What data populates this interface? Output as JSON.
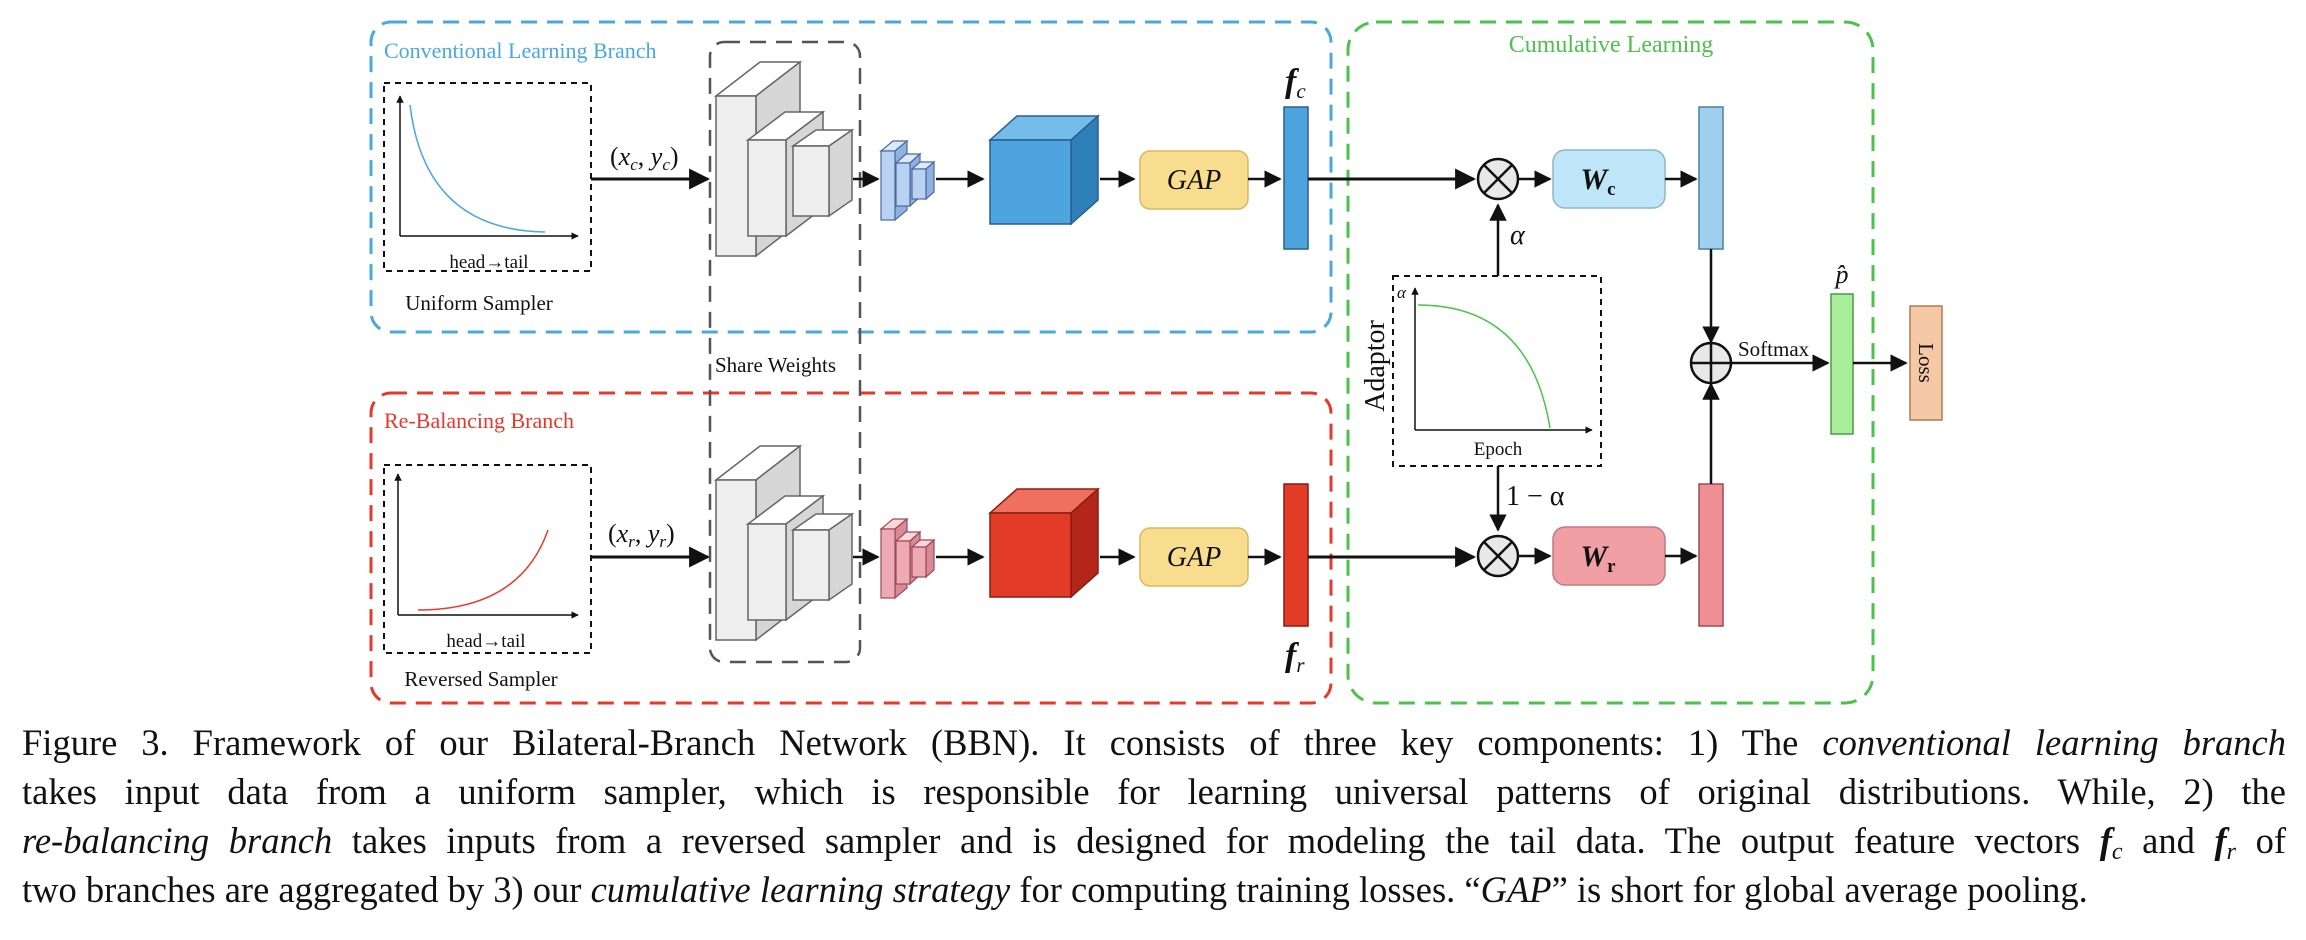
{
  "diagram": {
    "conventional_branch": {
      "title": "Conventional Learning Branch",
      "sampler_label": "Uniform Sampler",
      "plot_xlabel": "head→tail",
      "input_x": "x",
      "input_xsub": "c",
      "input_y": "y",
      "input_ysub": "c"
    },
    "rebalancing_branch": {
      "title": "Re-Balancing Branch",
      "sampler_label": "Reversed Sampler",
      "plot_xlabel": "head→tail",
      "input_x": "x",
      "input_xsub": "r",
      "input_y": "y",
      "input_ysub": "r"
    },
    "share_weights": "Share Weights",
    "gap_label": "GAP",
    "feature_c": {
      "main": "f",
      "sub": "c"
    },
    "feature_r": {
      "main": "f",
      "sub": "r"
    },
    "cumulative_title": "Cumulative Learning",
    "adaptor": {
      "title": "Adaptor",
      "ylabel": "α",
      "xlabel": "Epoch"
    },
    "alpha": "α",
    "one_minus_alpha": "1 − α",
    "classifier_c": {
      "main": "W",
      "sub": "c"
    },
    "classifier_r": {
      "main": "W",
      "sub": "r"
    },
    "softmax": "Softmax",
    "p_hat": "p̂",
    "loss": "Loss"
  },
  "colors": {
    "conventional": "#4aa8df",
    "rebalancing": "#e53a2b",
    "cumulative": "#4bc24b",
    "gap_fill": "#f9dd8e",
    "wc_fill": "#bfe6f8",
    "wr_fill": "#f0a0a4",
    "loss_fill": "#f5c9a6",
    "softmax_bar": "#a8ee9a"
  },
  "caption": {
    "lead": "Figure 3. Framework of our Bilateral-Branch Network (BBN). It consists of three key components: 1) The ",
    "em1": "conventional learning branch",
    "t2": " takes input data from a uniform sampler, which is responsible for learning universal patterns of original distributions.  While, 2) the",
    "em2": "re-balancing branch",
    "t3": " takes inputs from a reversed sampler and is designed for modeling the tail data. The output feature vectors ",
    "fc_main": "f",
    "fc_sub": "c",
    "t4": " and ",
    "fr_main": "f",
    "fr_sub": "r",
    "t5": " of",
    "t6": "two branches are aggregated by 3) our ",
    "em3": "cumulative learning strategy",
    "t7": " for computing training losses. “",
    "em4": "GAP",
    "t8": "” is short for global average pooling."
  }
}
